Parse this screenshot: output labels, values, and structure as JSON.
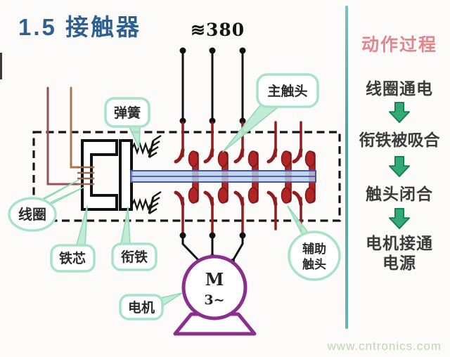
{
  "title": "1.5 接触器",
  "voltage_label": "≋380",
  "diagram": {
    "labels": {
      "spring": "弹簧",
      "main_contact": "主触头",
      "coil": "线圈",
      "iron_core": "铁芯",
      "armature": "衔铁",
      "aux_contact_line1": "辅助",
      "aux_contact_line2": "触头",
      "motor": "电机",
      "motor_symbol": "M",
      "motor_phase": "3~"
    }
  },
  "process_panel": {
    "heading": "动作过程",
    "steps": [
      "线圈通电",
      "衔铁被吸合",
      "触头闭合",
      "电机接通电源"
    ]
  },
  "watermark": "www.cntronics.com",
  "colors": {
    "title_blue": "#2e6191",
    "heading_pink": "#e2868e",
    "arrow_green": "#33a978",
    "divider_teal": "#63b8b0",
    "motor_purple": "#8b2f8f",
    "contact_red": "#b02525",
    "fixed_contact_dark_red": "#8f1d1d",
    "coil_wire_brown": "#9a5050",
    "bar_blue_fill": "#b7cdeb",
    "bar_blue_edge": "#4456a0",
    "bubble_border_mint": "#a6e3c8",
    "watermark_green": "#bdd6b3"
  }
}
